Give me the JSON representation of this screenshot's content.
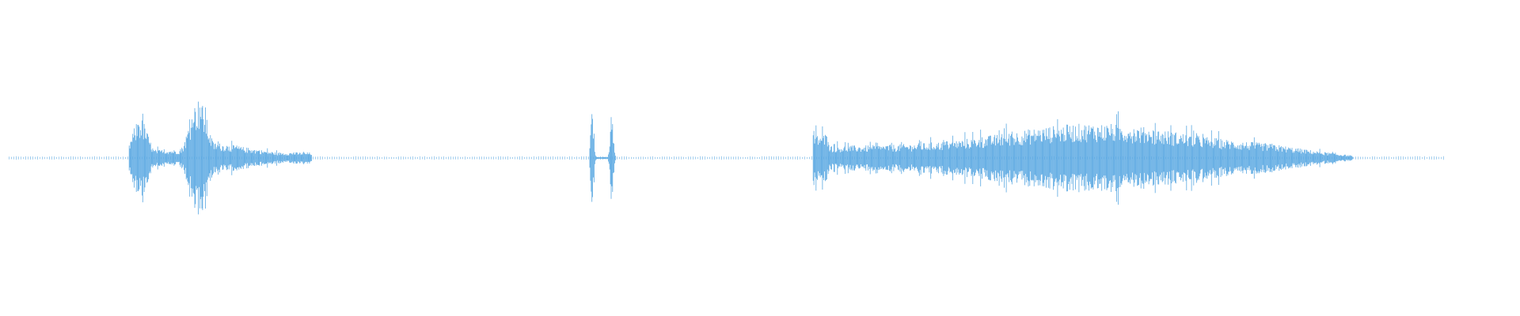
{
  "waveform": {
    "color": "#5aa8e2",
    "baseline_color": "#5aa8e2",
    "segments": [
      {
        "name": "audio-segment-1",
        "start": 0.085,
        "end": 0.205,
        "peak": 0.3
      },
      {
        "name": "audio-segment-2",
        "start": 0.388,
        "end": 0.405,
        "peak": 0.34
      },
      {
        "name": "audio-segment-3",
        "start": 0.535,
        "end": 0.89,
        "peak": 0.22
      }
    ],
    "baseline": {
      "start": 0.006,
      "end": 0.95
    }
  }
}
